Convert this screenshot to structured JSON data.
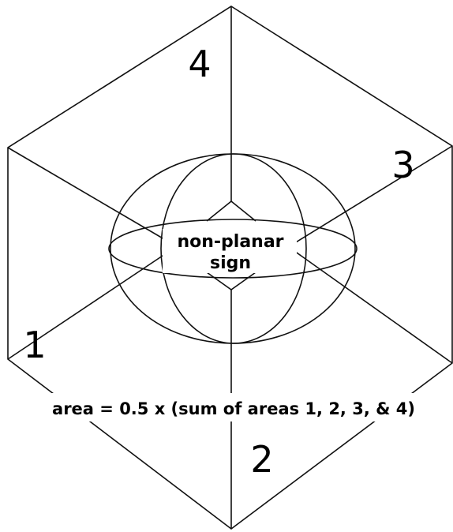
{
  "diagram": {
    "center_label_line1": "non-planar",
    "center_label_line2": "sign",
    "formula": "area = 0.5 x (sum of areas 1, 2, 3, & 4)",
    "areas": [
      {
        "id": "area-1",
        "label": "1"
      },
      {
        "id": "area-2",
        "label": "2"
      },
      {
        "id": "area-3",
        "label": "3"
      },
      {
        "id": "area-4",
        "label": "4"
      }
    ],
    "colors": {
      "line": "#111111",
      "text": "#000000",
      "background": "#ffffff"
    }
  }
}
